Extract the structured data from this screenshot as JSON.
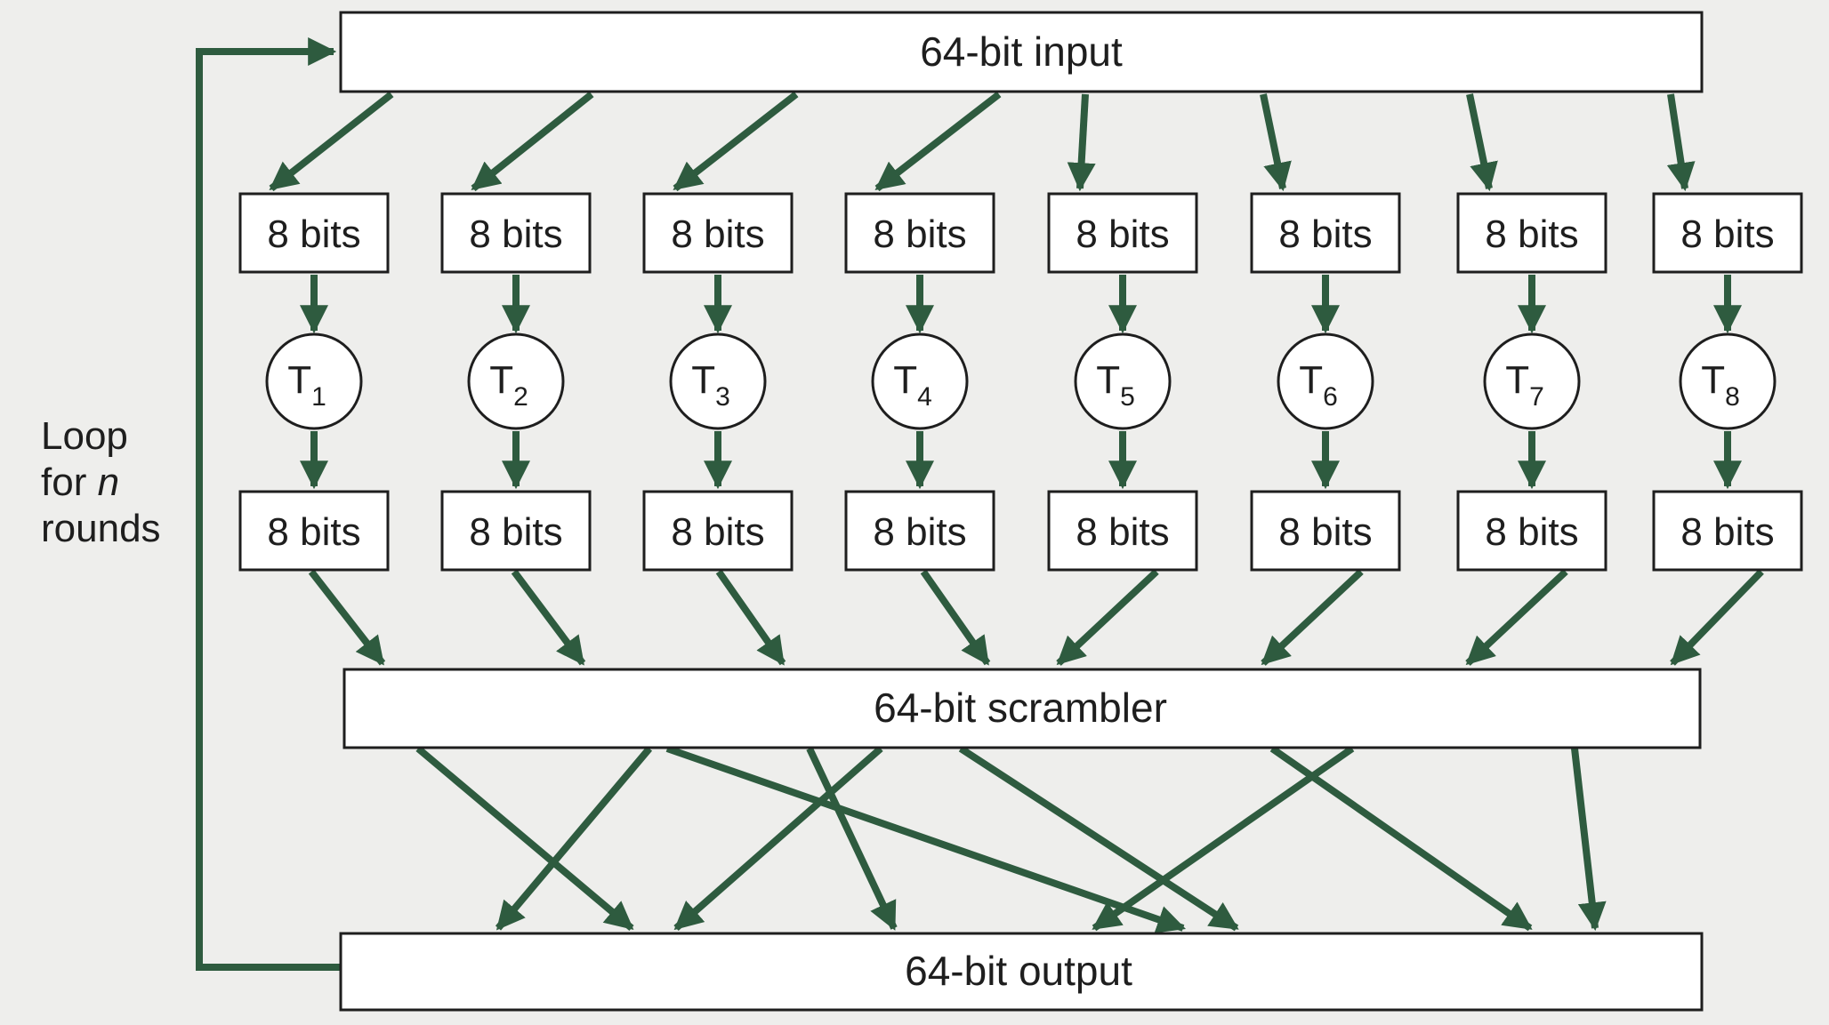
{
  "colors": {
    "arrow": "#2e5b3f",
    "stroke": "#1e1e1e",
    "background": "#eeeeec",
    "box_fill": "#ffffff"
  },
  "input_label": "64-bit input",
  "scrambler_label": "64-bit scrambler",
  "output_label": "64-bit output",
  "loop_label": {
    "line1": "Loop",
    "line2_prefix": "for ",
    "line2_var": "n",
    "line3": "rounds"
  },
  "block_label": "8 bits",
  "tables": [
    {
      "letter": "T",
      "sub": "1"
    },
    {
      "letter": "T",
      "sub": "2"
    },
    {
      "letter": "T",
      "sub": "3"
    },
    {
      "letter": "T",
      "sub": "4"
    },
    {
      "letter": "T",
      "sub": "5"
    },
    {
      "letter": "T",
      "sub": "6"
    },
    {
      "letter": "T",
      "sub": "7"
    },
    {
      "letter": "T",
      "sub": "8"
    }
  ]
}
